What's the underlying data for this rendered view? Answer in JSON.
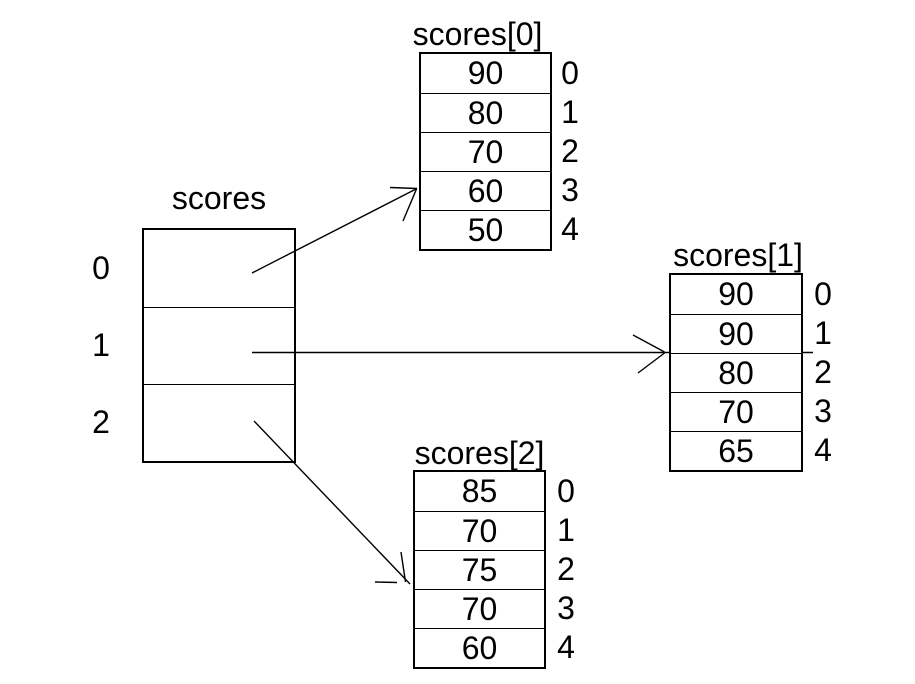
{
  "main": {
    "title": "scores",
    "indices": [
      "0",
      "1",
      "2"
    ]
  },
  "subs": [
    {
      "title": "scores[0]",
      "values": [
        "90",
        "80",
        "70",
        "60",
        "50"
      ],
      "indices": [
        "0",
        "1",
        "2",
        "3",
        "4"
      ]
    },
    {
      "title": "scores[1]",
      "values": [
        "90",
        "90",
        "80",
        "70",
        "65"
      ],
      "indices": [
        "0",
        "1",
        "2",
        "3",
        "4"
      ]
    },
    {
      "title": "scores[2]",
      "values": [
        "85",
        "70",
        "75",
        "70",
        "60"
      ],
      "indices": [
        "0",
        "1",
        "2",
        "3",
        "4"
      ]
    }
  ],
  "links": [
    {
      "from_index": "0",
      "to": "scores[0]"
    },
    {
      "from_index": "1",
      "to": "scores[1]"
    },
    {
      "from_index": "2",
      "to": "scores[2]"
    }
  ],
  "colors": {
    "stroke": "#000000",
    "text": "#000000",
    "background": "#ffffff"
  }
}
